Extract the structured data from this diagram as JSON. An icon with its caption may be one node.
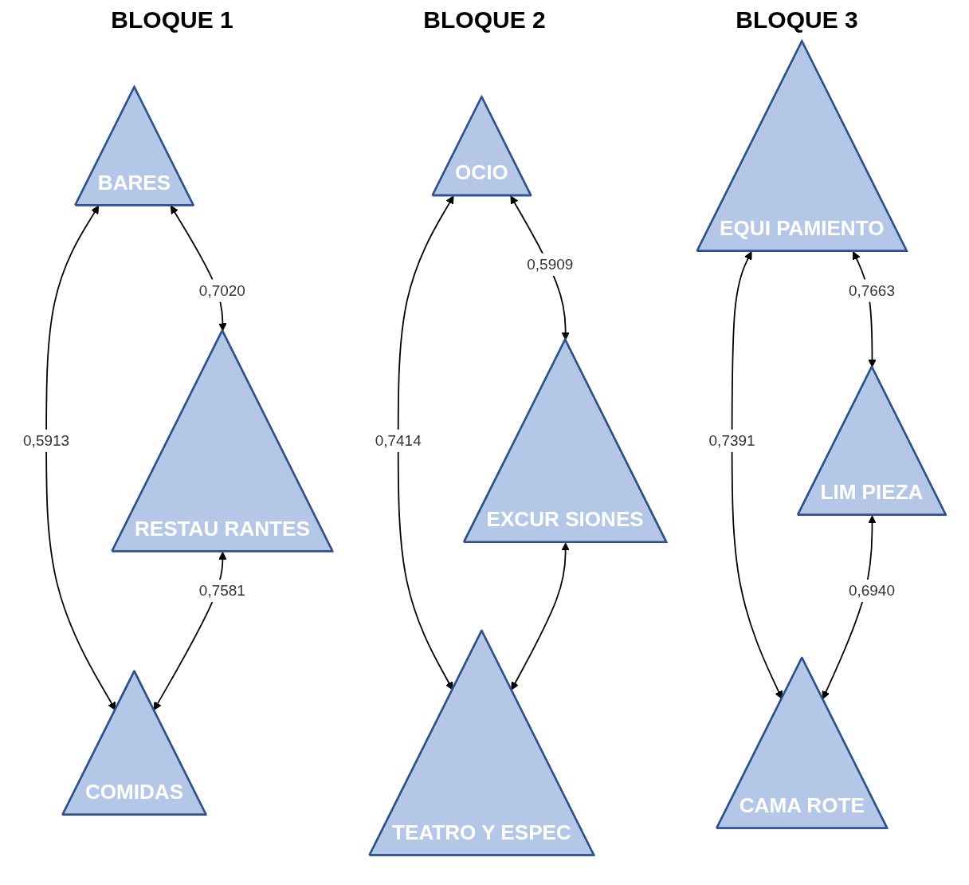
{
  "diagram": {
    "nodes": [
      {
        "text": [
          "BARES"
        ]
      },
      {
        "text": [
          "RESTAU RANTES"
        ]
      },
      {
        "text": [
          "COMIDAS"
        ]
      },
      {
        "text": [
          "OCIO"
        ]
      },
      {
        "text": [
          "EXCUR SIONES"
        ]
      },
      {
        "text": [
          "TEATRO Y ESPEC"
        ]
      },
      {
        "text": [
          "EQUI PAMIENTO"
        ]
      },
      {
        "text": [
          "LIM PIEZA"
        ]
      },
      {
        "text": [
          "CAMA ROTE"
        ]
      }
    ],
    "edges": [
      {
        "from": 0,
        "to": 1,
        "arrow": "both",
        "label": "0,7020"
      },
      {
        "from": 0,
        "to": 2,
        "arrow": "both",
        "label": "0,5913"
      },
      {
        "from": 1,
        "to": 2,
        "arrow": "both",
        "label": "0,7581"
      },
      {
        "from": 3,
        "to": 4,
        "arrow": "both",
        "label": "0,5909"
      },
      {
        "from": 3,
        "to": 5,
        "arrow": "both",
        "label": "0,7414"
      },
      {
        "from": 4,
        "to": 5,
        "arrow": "both"
      },
      {
        "from": 6,
        "to": 7,
        "arrow": "both",
        "label": "0,7663"
      },
      {
        "from": 6,
        "to": 8,
        "arrow": "both",
        "label": "0,7391"
      },
      {
        "from": 7,
        "to": 8,
        "arrow": "both",
        "label": "0,6940"
      }
    ],
    "labels": [
      "BLOQUE 1",
      "BLOQUE 2",
      "BLOQUE 3"
    ]
  }
}
